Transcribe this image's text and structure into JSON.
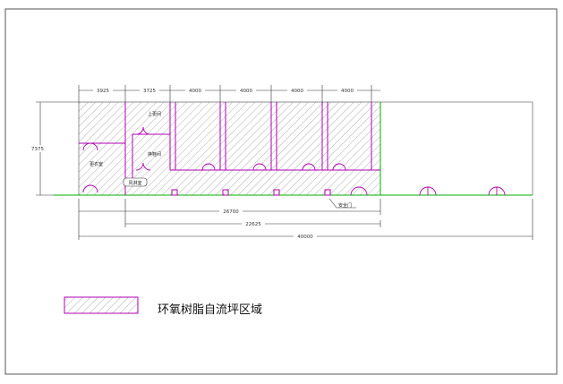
{
  "dimensions": {
    "top": [
      "3925",
      "3725",
      "4000",
      "4000",
      "4000",
      "4000"
    ],
    "left": "7375",
    "bottom_1": "26700",
    "bottom_2": "22625",
    "bottom_3": "40000"
  },
  "rooms": {
    "shangcha": "上更间",
    "changqu": "更衣室",
    "huanxie": "换鞋间",
    "fenglin": "风淋室",
    "anquanmen": "安全门"
  },
  "legend": {
    "label": "环氧树脂自流坪区域"
  },
  "colors": {
    "hatch": "#9a9a9a",
    "partition": "#b000b0",
    "exterior": "#00b000",
    "dim": "#333333"
  }
}
